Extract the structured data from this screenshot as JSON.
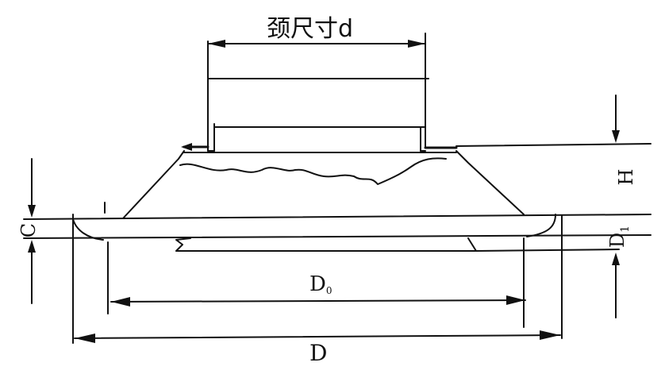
{
  "labels": {
    "neck_size": "颈尺寸d",
    "height": "H",
    "flange_thickness": "C",
    "d1_main": "D",
    "d1_sub": "1",
    "d0_main": "D",
    "d0_sub": "0",
    "outer_diameter": "D"
  }
}
